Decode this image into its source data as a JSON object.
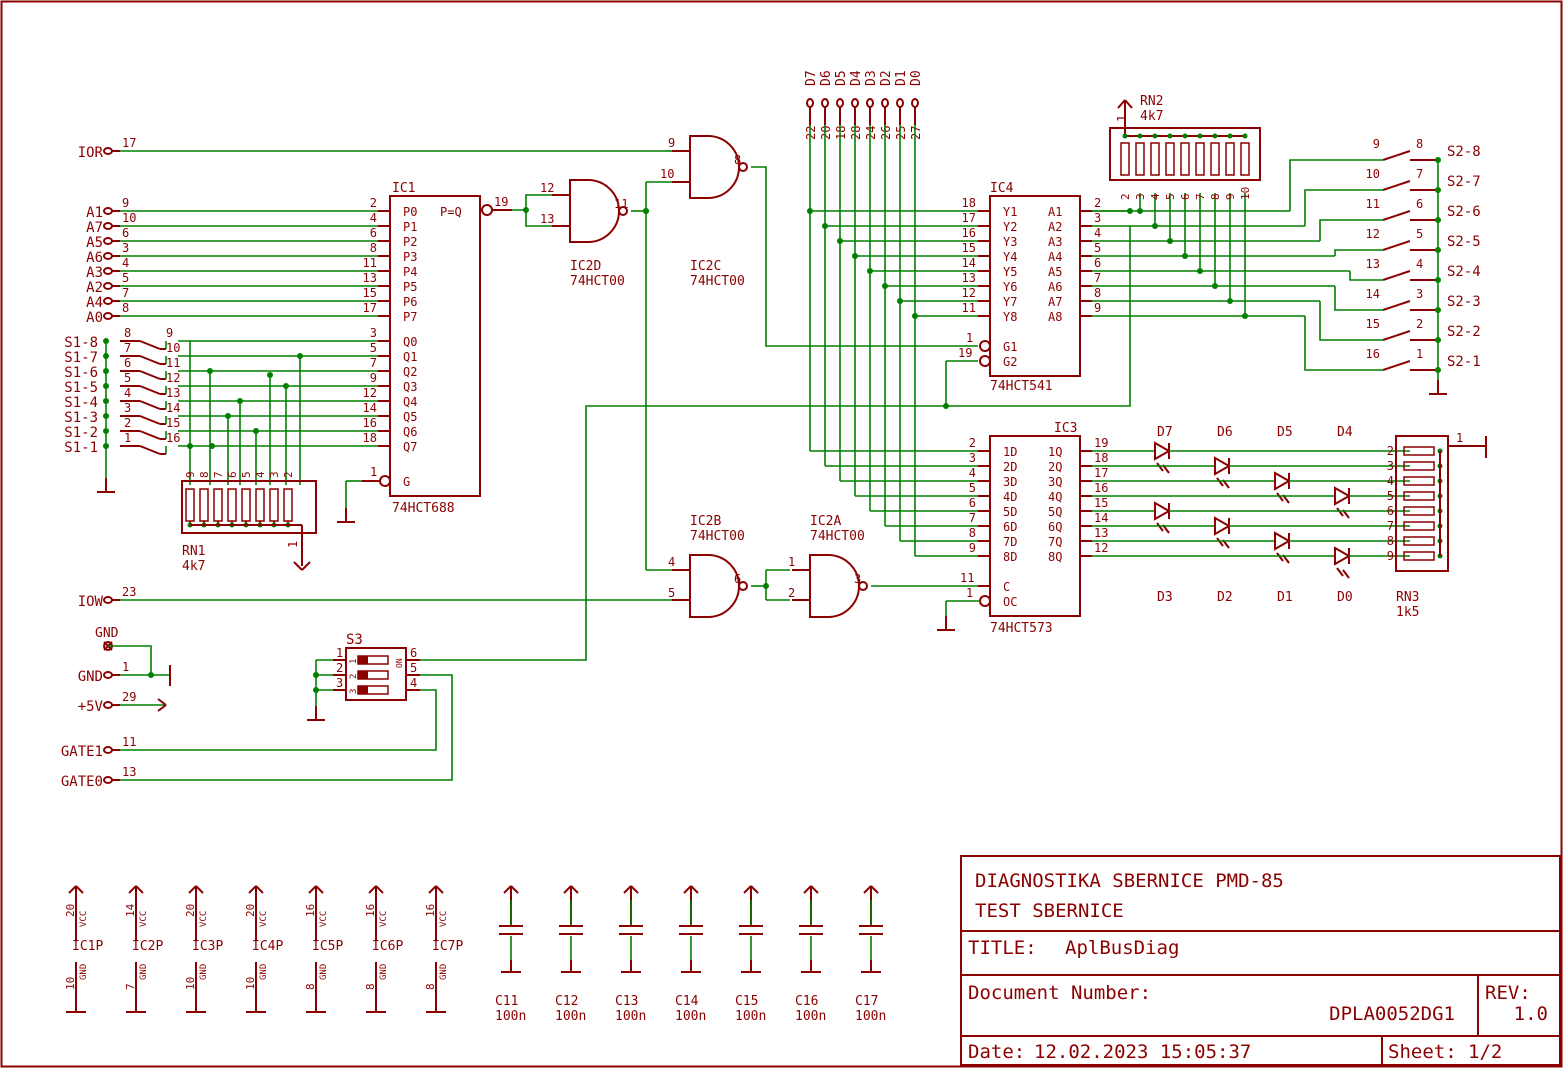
{
  "title_block": {
    "line1": "DIAGNOSTIKA SBERNICE PMD-85",
    "line2": "TEST SBERNICE",
    "title_label": "TITLE:",
    "title_value": "AplBusDiag",
    "docnum_label": "Document Number:",
    "docnum_value": "DPLA0052DG1",
    "rev_label": "REV:",
    "rev_value": "1.0",
    "date_label": "Date:",
    "date_value": "12.02.2023 15:05:37",
    "sheet_label": "Sheet:",
    "sheet_value": "1/2"
  },
  "signals": {
    "ior": "IOR",
    "ior_pin": "17",
    "iow": "IOW",
    "iow_pin": "23",
    "gnd_sym": "GND",
    "gnd": "GND",
    "gnd_pin": "1",
    "vcc": "+5V",
    "vcc_pin": "29",
    "gate1": "GATE1",
    "gate1_pin": "11",
    "gate0": "GATE0",
    "gate0_pin": "13"
  },
  "address_inputs": [
    {
      "name": "A1",
      "pin": "9",
      "icpin": "2",
      "icname": "P0"
    },
    {
      "name": "A7",
      "pin": "10",
      "icpin": "4",
      "icname": "P1"
    },
    {
      "name": "A5",
      "pin": "6",
      "icpin": "6",
      "icname": "P2"
    },
    {
      "name": "A6",
      "pin": "3",
      "icpin": "8",
      "icname": "P3"
    },
    {
      "name": "A3",
      "pin": "4",
      "icpin": "11",
      "icname": "P4"
    },
    {
      "name": "A2",
      "pin": "5",
      "icpin": "13",
      "icname": "P5"
    },
    {
      "name": "A4",
      "pin": "7",
      "icpin": "15",
      "icname": "P6"
    },
    {
      "name": "A0",
      "pin": "8",
      "icpin": "17",
      "icname": "P7"
    }
  ],
  "s1_switches": [
    {
      "name": "S1-8",
      "l": "8",
      "r": "9"
    },
    {
      "name": "S1-7",
      "l": "7",
      "r": "10"
    },
    {
      "name": "S1-6",
      "l": "6",
      "r": "11"
    },
    {
      "name": "S1-5",
      "l": "5",
      "r": "12"
    },
    {
      "name": "S1-4",
      "l": "4",
      "r": "13"
    },
    {
      "name": "S1-3",
      "l": "3",
      "r": "14"
    },
    {
      "name": "S1-2",
      "l": "2",
      "r": "15"
    },
    {
      "name": "S1-1",
      "l": "1",
      "r": "16"
    }
  ],
  "ic1": {
    "name": "IC1",
    "part": "74HCT688",
    "peq": "P=Q",
    "out_pin": "19",
    "g_pin": "1",
    "g_name": "G",
    "q_pins": [
      {
        "pin": "3",
        "name": "Q0"
      },
      {
        "pin": "5",
        "name": "Q1"
      },
      {
        "pin": "7",
        "name": "Q2"
      },
      {
        "pin": "9",
        "name": "Q3"
      },
      {
        "pin": "12",
        "name": "Q4"
      },
      {
        "pin": "14",
        "name": "Q5"
      },
      {
        "pin": "16",
        "name": "Q6"
      },
      {
        "pin": "18",
        "name": "Q7"
      }
    ]
  },
  "rn1": {
    "name": "RN1",
    "value": "4k7",
    "pins": [
      "9",
      "8",
      "7",
      "6",
      "5",
      "4",
      "3",
      "2"
    ],
    "common_pin": "1"
  },
  "gates": {
    "ic2d": {
      "name": "IC2D",
      "part": "74HCT00",
      "in1": "12",
      "in2": "13",
      "out": "11"
    },
    "ic2c": {
      "name": "IC2C",
      "part": "74HCT00",
      "in1": "9",
      "in2": "10",
      "out": "8"
    },
    "ic2b": {
      "name": "IC2B",
      "part": "74HCT00",
      "in1": "4",
      "in2": "5",
      "out": "6"
    },
    "ic2a": {
      "name": "IC2A",
      "part": "74HCT00",
      "in1": "1",
      "in2": "2",
      "out": "3"
    }
  },
  "data_bus": [
    {
      "name": "D7",
      "pin": "22"
    },
    {
      "name": "D6",
      "pin": "20"
    },
    {
      "name": "D5",
      "pin": "18"
    },
    {
      "name": "D4",
      "pin": "28"
    },
    {
      "name": "D3",
      "pin": "24"
    },
    {
      "name": "D2",
      "pin": "26"
    },
    {
      "name": "D1",
      "pin": "25"
    },
    {
      "name": "D0",
      "pin": "27"
    }
  ],
  "ic4": {
    "name": "IC4",
    "part": "74HCT541",
    "y": [
      {
        "pin": "18",
        "name": "Y1"
      },
      {
        "pin": "17",
        "name": "Y2"
      },
      {
        "pin": "16",
        "name": "Y3"
      },
      {
        "pin": "15",
        "name": "Y4"
      },
      {
        "pin": "14",
        "name": "Y5"
      },
      {
        "pin": "13",
        "name": "Y6"
      },
      {
        "pin": "12",
        "name": "Y7"
      },
      {
        "pin": "11",
        "name": "Y8"
      }
    ],
    "a": [
      {
        "pin": "2",
        "name": "A1"
      },
      {
        "pin": "3",
        "name": "A2"
      },
      {
        "pin": "4",
        "name": "A3"
      },
      {
        "pin": "5",
        "name": "A4"
      },
      {
        "pin": "6",
        "name": "A5"
      },
      {
        "pin": "7",
        "name": "A6"
      },
      {
        "pin": "8",
        "name": "A7"
      },
      {
        "pin": "9",
        "name": "A8"
      }
    ],
    "g1": {
      "pin": "1",
      "name": "G1"
    },
    "g2": {
      "pin": "19",
      "name": "G2"
    }
  },
  "rn2": {
    "name": "RN2",
    "value": "4k7",
    "common_pin": "1",
    "pins": [
      "2",
      "3",
      "4",
      "5",
      "6",
      "7",
      "8",
      "9",
      "10"
    ]
  },
  "s2_switches": [
    {
      "name": "S2-8",
      "l": "9",
      "r": "8"
    },
    {
      "name": "S2-7",
      "l": "10",
      "r": "7"
    },
    {
      "name": "S2-6",
      "l": "11",
      "r": "6"
    },
    {
      "name": "S2-5",
      "l": "12",
      "r": "5"
    },
    {
      "name": "S2-4",
      "l": "13",
      "r": "4"
    },
    {
      "name": "S2-3",
      "l": "14",
      "r": "3"
    },
    {
      "name": "S2-2",
      "l": "15",
      "r": "2"
    },
    {
      "name": "S2-1",
      "l": "16",
      "r": "1"
    }
  ],
  "ic3": {
    "name": "IC3",
    "part": "74HCT573",
    "d": [
      {
        "pin": "2",
        "name": "1D"
      },
      {
        "pin": "3",
        "name": "2D"
      },
      {
        "pin": "4",
        "name": "3D"
      },
      {
        "pin": "5",
        "name": "4D"
      },
      {
        "pin": "6",
        "name": "5D"
      },
      {
        "pin": "7",
        "name": "6D"
      },
      {
        "pin": "8",
        "name": "7D"
      },
      {
        "pin": "9",
        "name": "8D"
      }
    ],
    "q": [
      {
        "pin": "19",
        "name": "1Q"
      },
      {
        "pin": "18",
        "name": "2Q"
      },
      {
        "pin": "17",
        "name": "3Q"
      },
      {
        "pin": "16",
        "name": "4Q"
      },
      {
        "pin": "15",
        "name": "5Q"
      },
      {
        "pin": "14",
        "name": "6Q"
      },
      {
        "pin": "13",
        "name": "7Q"
      },
      {
        "pin": "12",
        "name": "8Q"
      }
    ],
    "c": {
      "pin": "11",
      "name": "C"
    },
    "oc": {
      "pin": "1",
      "name": "OC"
    }
  },
  "leds_top": [
    "D7",
    "D6",
    "D5",
    "D4"
  ],
  "leds_bottom": [
    "D3",
    "D2",
    "D1",
    "D0"
  ],
  "rn3": {
    "name": "RN3",
    "value": "1k5",
    "common_pin": "1",
    "pins": [
      "2",
      "3",
      "4",
      "5",
      "6",
      "7",
      "8",
      "9"
    ]
  },
  "s3": {
    "name": "S3",
    "left": [
      "1",
      "2",
      "3"
    ],
    "right": [
      "6",
      "5",
      "4"
    ],
    "on": "ON",
    "nums": [
      "1",
      "2",
      "3"
    ]
  },
  "power": {
    "vcc_label": "VCC",
    "gnd_label": "GND",
    "items": [
      {
        "name": "IC1P",
        "vcc": "20",
        "gnd": "10"
      },
      {
        "name": "IC2P",
        "vcc": "14",
        "gnd": "7"
      },
      {
        "name": "IC3P",
        "vcc": "20",
        "gnd": "10"
      },
      {
        "name": "IC4P",
        "vcc": "20",
        "gnd": "10"
      },
      {
        "name": "IC5P",
        "vcc": "16",
        "gnd": "8"
      },
      {
        "name": "IC6P",
        "vcc": "16",
        "gnd": "8"
      },
      {
        "name": "IC7P",
        "vcc": "16",
        "gnd": "8"
      }
    ]
  },
  "capacitors": [
    {
      "name": "C11",
      "value": "100n"
    },
    {
      "name": "C12",
      "value": "100n"
    },
    {
      "name": "C13",
      "value": "100n"
    },
    {
      "name": "C14",
      "value": "100n"
    },
    {
      "name": "C15",
      "value": "100n"
    },
    {
      "name": "C16",
      "value": "100n"
    },
    {
      "name": "C17",
      "value": "100n"
    }
  ]
}
